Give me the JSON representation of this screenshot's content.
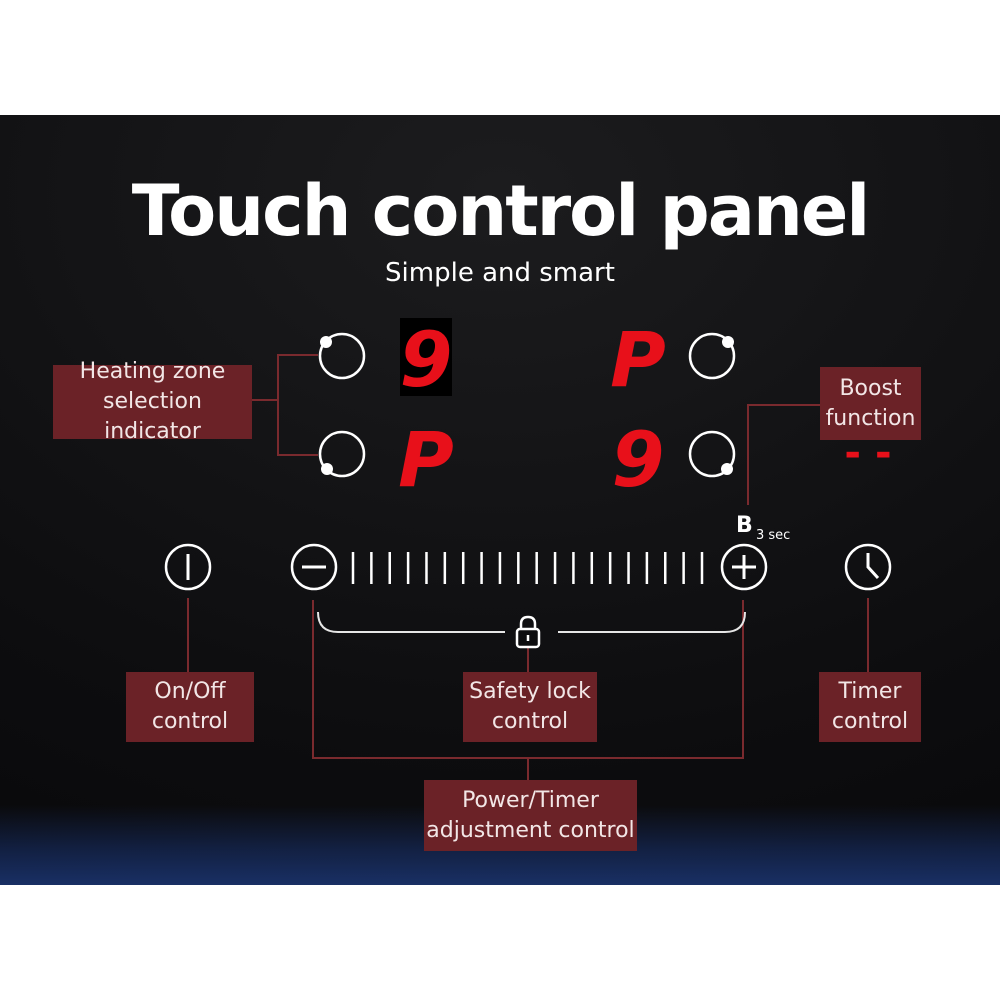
{
  "title": "Touch control panel",
  "subtitle": "Simple and smart",
  "displays": {
    "top_left": "9",
    "bottom_left": "P",
    "top_right": "P",
    "bottom_right": "9",
    "boost_indicator": "- -"
  },
  "boost_key": {
    "letter": "B",
    "hold": "3 sec"
  },
  "labels": {
    "heating_zone": "Heating zone\nselection indicator",
    "boost": "Boost\nfunction",
    "on_off": "On/Off\ncontrol",
    "safety_lock": "Safety lock\ncontrol",
    "timer": "Timer\ncontrol",
    "adjustment": "Power/Timer\nadjustment control"
  },
  "colors": {
    "label_bg": "#6b2227",
    "connector": "#7a2a2e",
    "led_red": "#e8101a",
    "panel": "#0d0d0f"
  },
  "icons": {
    "power": "power-icon",
    "minus": "minus-icon",
    "plus": "plus-icon",
    "timer": "clock-icon",
    "lock": "lock-icon",
    "zone": "zone-ring-icon"
  }
}
